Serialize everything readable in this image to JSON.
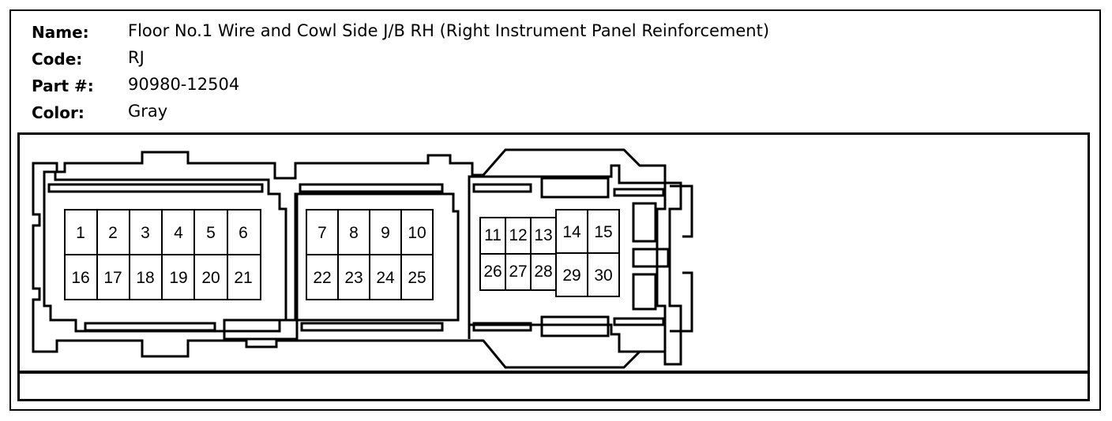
{
  "connector": {
    "name_label": "Name:",
    "name_value": "Floor No.1 Wire and Cowl Side J/B RH (Right Instrument Panel Reinforcement)",
    "code_label": "Code:",
    "code_value": "RJ",
    "part_label": "Part #:",
    "part_value": "90980-12504",
    "color_label": "Color:",
    "color_value": "Gray"
  },
  "pins": {
    "p1": "1",
    "p2": "2",
    "p3": "3",
    "p4": "4",
    "p5": "5",
    "p6": "6",
    "p7": "7",
    "p8": "8",
    "p9": "9",
    "p10": "10",
    "p11": "11",
    "p12": "12",
    "p13": "13",
    "p14": "14",
    "p15": "15",
    "p16": "16",
    "p17": "17",
    "p18": "18",
    "p19": "19",
    "p20": "20",
    "p21": "21",
    "p22": "22",
    "p23": "23",
    "p24": "24",
    "p25": "25",
    "p26": "26",
    "p27": "27",
    "p28": "28",
    "p29": "29",
    "p30": "30"
  }
}
